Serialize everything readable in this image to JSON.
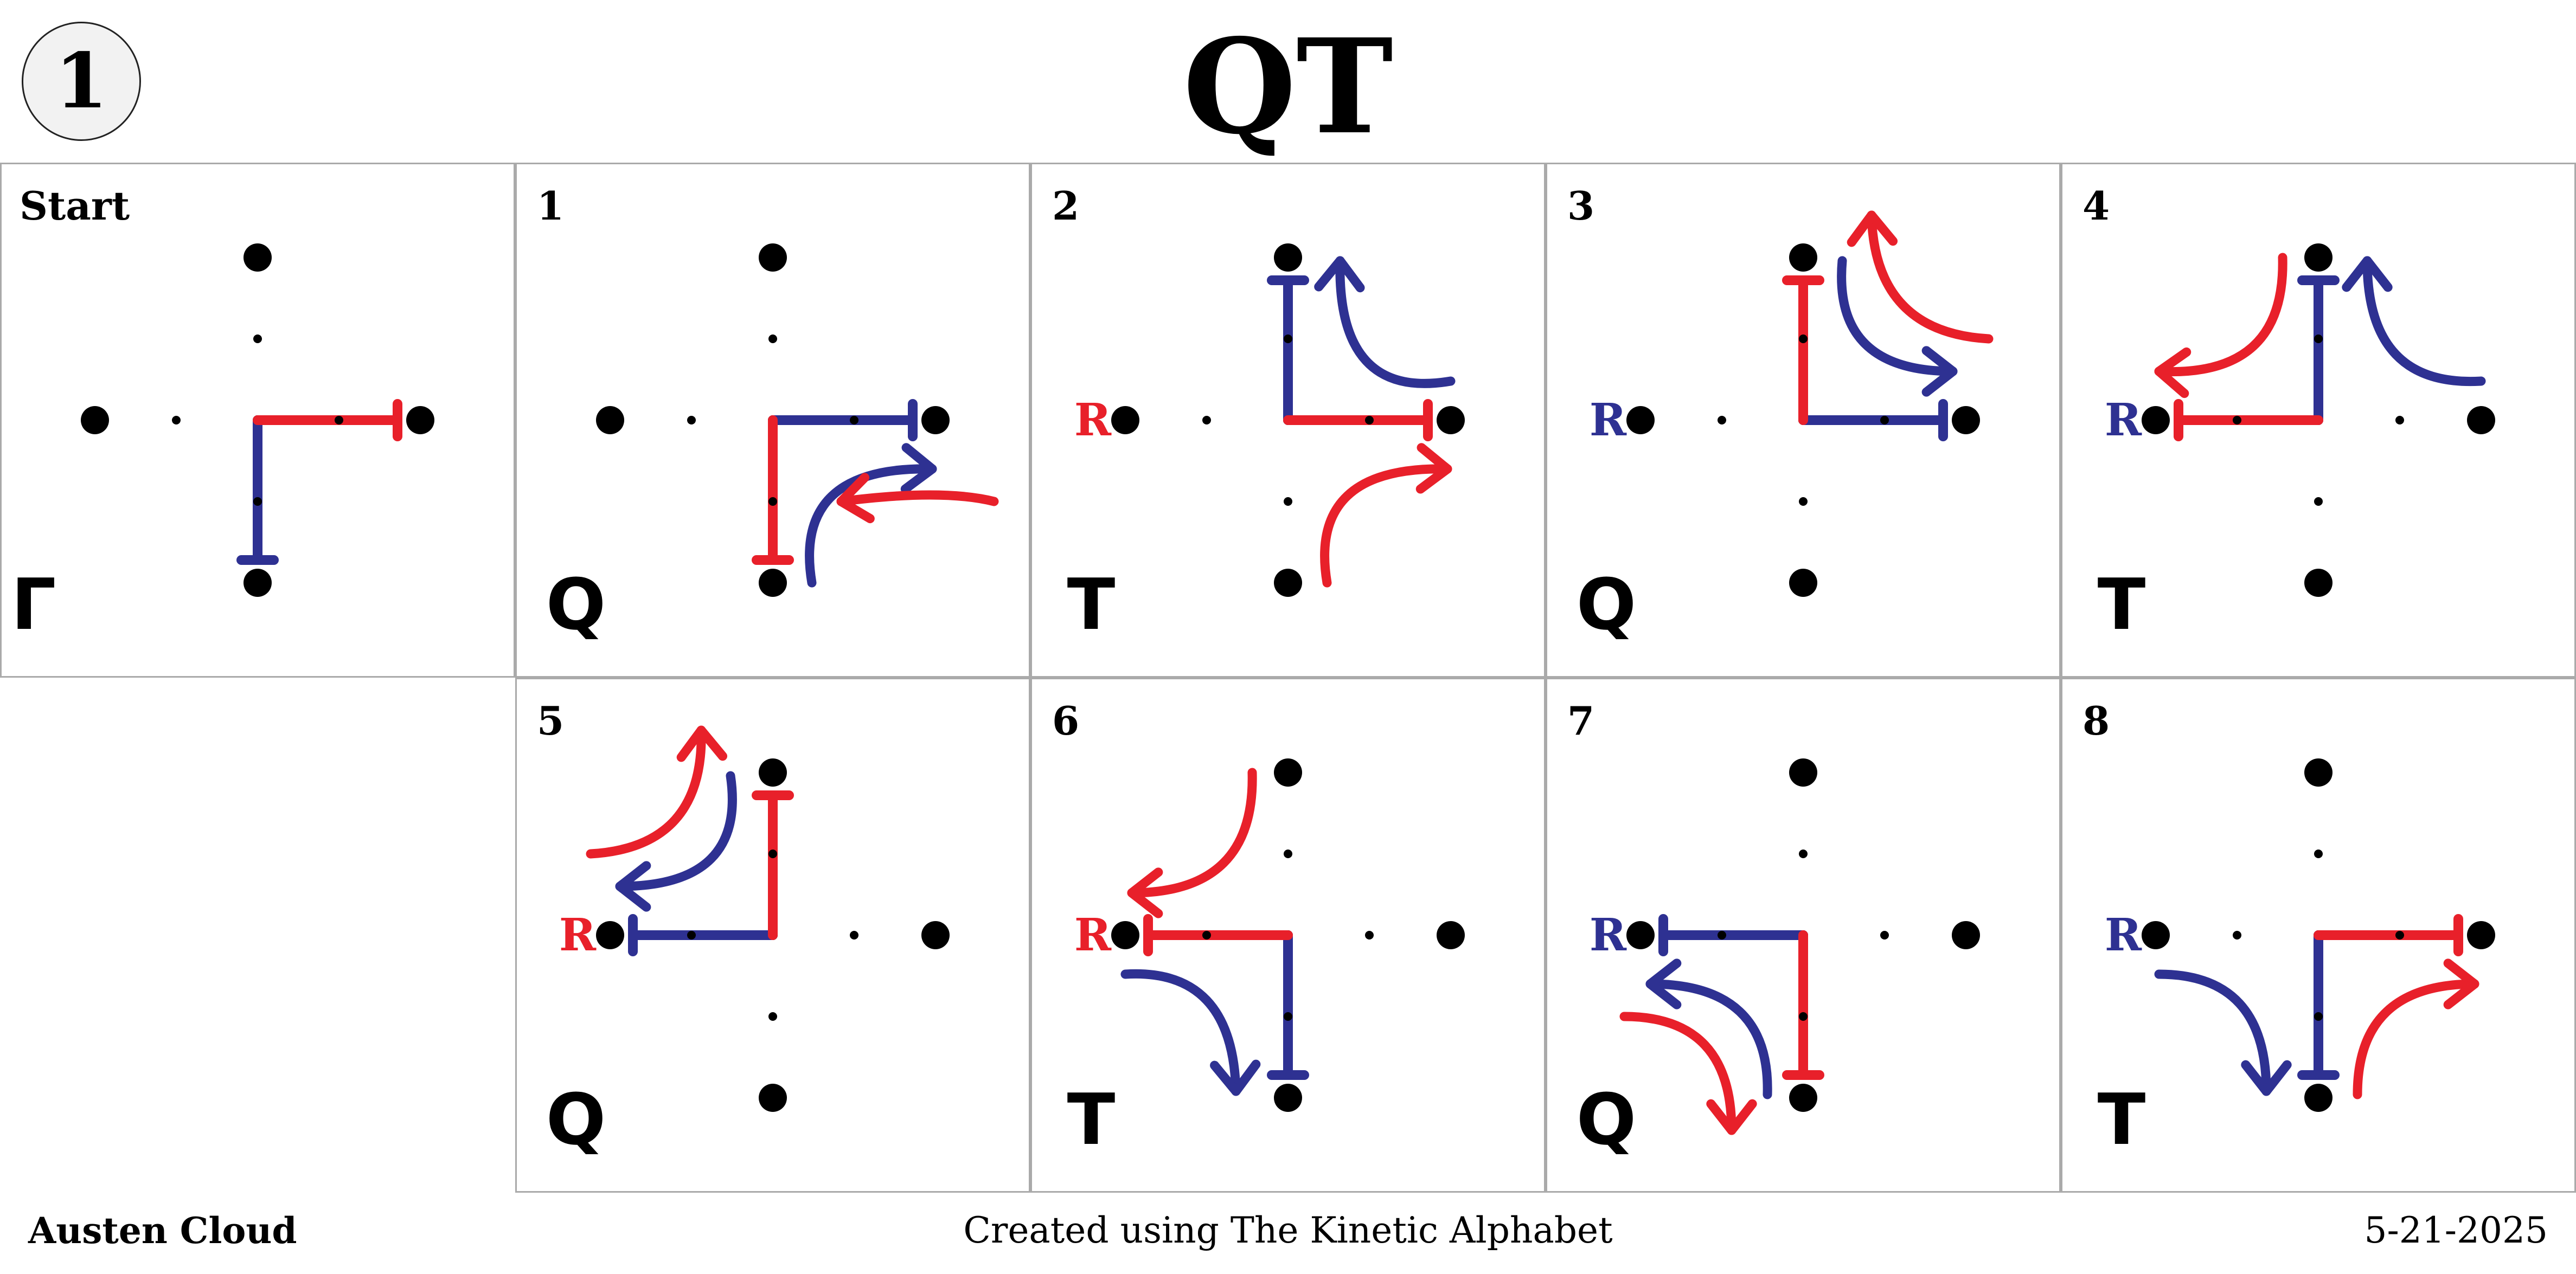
{
  "badge": "1",
  "title": "QT",
  "footer": {
    "author": "Austen Cloud",
    "credit": "Created using The Kinetic Alphabet",
    "date": "5-21-2025"
  },
  "colors": {
    "red": "#e8202a",
    "blue": "#2e3192",
    "dot": "#000000",
    "border": "#aaaaaa"
  },
  "panels": [
    {
      "id": "start",
      "row": 0,
      "col": 0,
      "label": "Start",
      "glyph": "Γ",
      "marker": null,
      "red": [
        {
          "type": "staff",
          "from": "C",
          "to": "E"
        }
      ],
      "blue": [
        {
          "type": "staff",
          "from": "C",
          "to": "S"
        }
      ]
    },
    {
      "id": "p1",
      "row": 0,
      "col": 1,
      "label": "1",
      "glyph": "Q",
      "marker": null,
      "red": [
        {
          "type": "staff",
          "from": "C",
          "to": "S"
        },
        {
          "type": "arrow",
          "pts": [
            [
              1.36,
              0.5
            ],
            [
              1.04,
              0.42
            ],
            [
              0.42,
              0.5
            ]
          ]
        }
      ],
      "blue": [
        {
          "type": "staff",
          "from": "C",
          "to": "E"
        },
        {
          "type": "arrow",
          "pts": [
            [
              0.24,
              1.0
            ],
            [
              0.12,
              0.28
            ],
            [
              0.98,
              0.3
            ]
          ]
        }
      ]
    },
    {
      "id": "p2",
      "row": 0,
      "col": 2,
      "label": "2",
      "glyph": "T",
      "marker": {
        "text": "R",
        "color": "red"
      },
      "red": [
        {
          "type": "staff",
          "from": "C",
          "to": "E"
        },
        {
          "type": "arrow",
          "pts": [
            [
              0.24,
              1.0
            ],
            [
              0.12,
              0.28
            ],
            [
              0.98,
              0.3
            ]
          ]
        }
      ],
      "blue": [
        {
          "type": "staff",
          "from": "C",
          "to": "N"
        },
        {
          "type": "arrow",
          "pts": [
            [
              1.0,
              -0.24
            ],
            [
              0.3,
              -0.12
            ],
            [
              0.32,
              -0.98
            ]
          ]
        }
      ]
    },
    {
      "id": "p3",
      "row": 0,
      "col": 3,
      "label": "3",
      "glyph": "Q",
      "marker": {
        "text": "R",
        "color": "blue"
      },
      "red": [
        {
          "type": "staff",
          "from": "C",
          "to": "N"
        },
        {
          "type": "arrow",
          "pts": [
            [
              1.14,
              -0.5
            ],
            [
              0.44,
              -0.54
            ],
            [
              0.42,
              -1.26
            ]
          ]
        }
      ],
      "blue": [
        {
          "type": "staff",
          "from": "C",
          "to": "E"
        },
        {
          "type": "arrow",
          "pts": [
            [
              0.24,
              -0.98
            ],
            [
              0.18,
              -0.3
            ],
            [
              0.92,
              -0.3
            ]
          ]
        }
      ]
    },
    {
      "id": "p4",
      "row": 0,
      "col": 4,
      "label": "4",
      "glyph": "T",
      "marker": {
        "text": "R",
        "color": "blue"
      },
      "red": [
        {
          "type": "staff",
          "from": "C",
          "to": "W"
        },
        {
          "type": "arrow",
          "pts": [
            [
              -0.22,
              -1.0
            ],
            [
              -0.2,
              -0.26
            ],
            [
              -0.98,
              -0.3
            ]
          ]
        }
      ],
      "blue": [
        {
          "type": "staff",
          "from": "C",
          "to": "N"
        },
        {
          "type": "arrow",
          "pts": [
            [
              1.0,
              -0.24
            ],
            [
              0.3,
              -0.2
            ],
            [
              0.3,
              -0.98
            ]
          ]
        }
      ]
    },
    {
      "id": "p5",
      "row": 1,
      "col": 1,
      "label": "5",
      "glyph": "Q",
      "marker": {
        "text": "R",
        "color": "red"
      },
      "red": [
        {
          "type": "staff",
          "from": "C",
          "to": "N"
        },
        {
          "type": "arrow",
          "pts": [
            [
              -1.12,
              -0.5
            ],
            [
              -0.42,
              -0.54
            ],
            [
              -0.44,
              -1.26
            ]
          ]
        }
      ],
      "blue": [
        {
          "type": "staff",
          "from": "C",
          "to": "W"
        },
        {
          "type": "arrow",
          "pts": [
            [
              -0.26,
              -0.98
            ],
            [
              -0.16,
              -0.3
            ],
            [
              -0.94,
              -0.3
            ]
          ]
        }
      ]
    },
    {
      "id": "p6",
      "row": 1,
      "col": 2,
      "label": "6",
      "glyph": "T",
      "marker": {
        "text": "R",
        "color": "red"
      },
      "red": [
        {
          "type": "staff",
          "from": "C",
          "to": "W"
        },
        {
          "type": "arrow",
          "pts": [
            [
              -0.22,
              -1.0
            ],
            [
              -0.2,
              -0.26
            ],
            [
              -0.96,
              -0.26
            ]
          ]
        }
      ],
      "blue": [
        {
          "type": "staff",
          "from": "C",
          "to": "S"
        },
        {
          "type": "arrow",
          "pts": [
            [
              -1.0,
              0.24
            ],
            [
              -0.34,
              0.2
            ],
            [
              -0.32,
              0.96
            ]
          ]
        }
      ]
    },
    {
      "id": "p7",
      "row": 1,
      "col": 3,
      "label": "7",
      "glyph": "Q",
      "marker": {
        "text": "R",
        "color": "blue"
      },
      "red": [
        {
          "type": "staff",
          "from": "C",
          "to": "S"
        },
        {
          "type": "arrow",
          "pts": [
            [
              -1.1,
              0.5
            ],
            [
              -0.44,
              0.5
            ],
            [
              -0.44,
              1.2
            ]
          ]
        }
      ],
      "blue": [
        {
          "type": "staff",
          "from": "C",
          "to": "W"
        },
        {
          "type": "arrow",
          "pts": [
            [
              -0.22,
              0.98
            ],
            [
              -0.2,
              0.3
            ],
            [
              -0.94,
              0.3
            ]
          ]
        }
      ]
    },
    {
      "id": "p8",
      "row": 1,
      "col": 4,
      "label": "8",
      "glyph": "T",
      "marker": {
        "text": "R",
        "color": "blue"
      },
      "red": [
        {
          "type": "staff",
          "from": "C",
          "to": "E"
        },
        {
          "type": "arrow",
          "pts": [
            [
              0.24,
              0.98
            ],
            [
              0.24,
              0.3
            ],
            [
              0.96,
              0.3
            ]
          ]
        }
      ],
      "blue": [
        {
          "type": "staff",
          "from": "C",
          "to": "S"
        },
        {
          "type": "arrow",
          "pts": [
            [
              -0.98,
              0.24
            ],
            [
              -0.32,
              0.24
            ],
            [
              -0.32,
              0.96
            ]
          ]
        }
      ]
    }
  ]
}
